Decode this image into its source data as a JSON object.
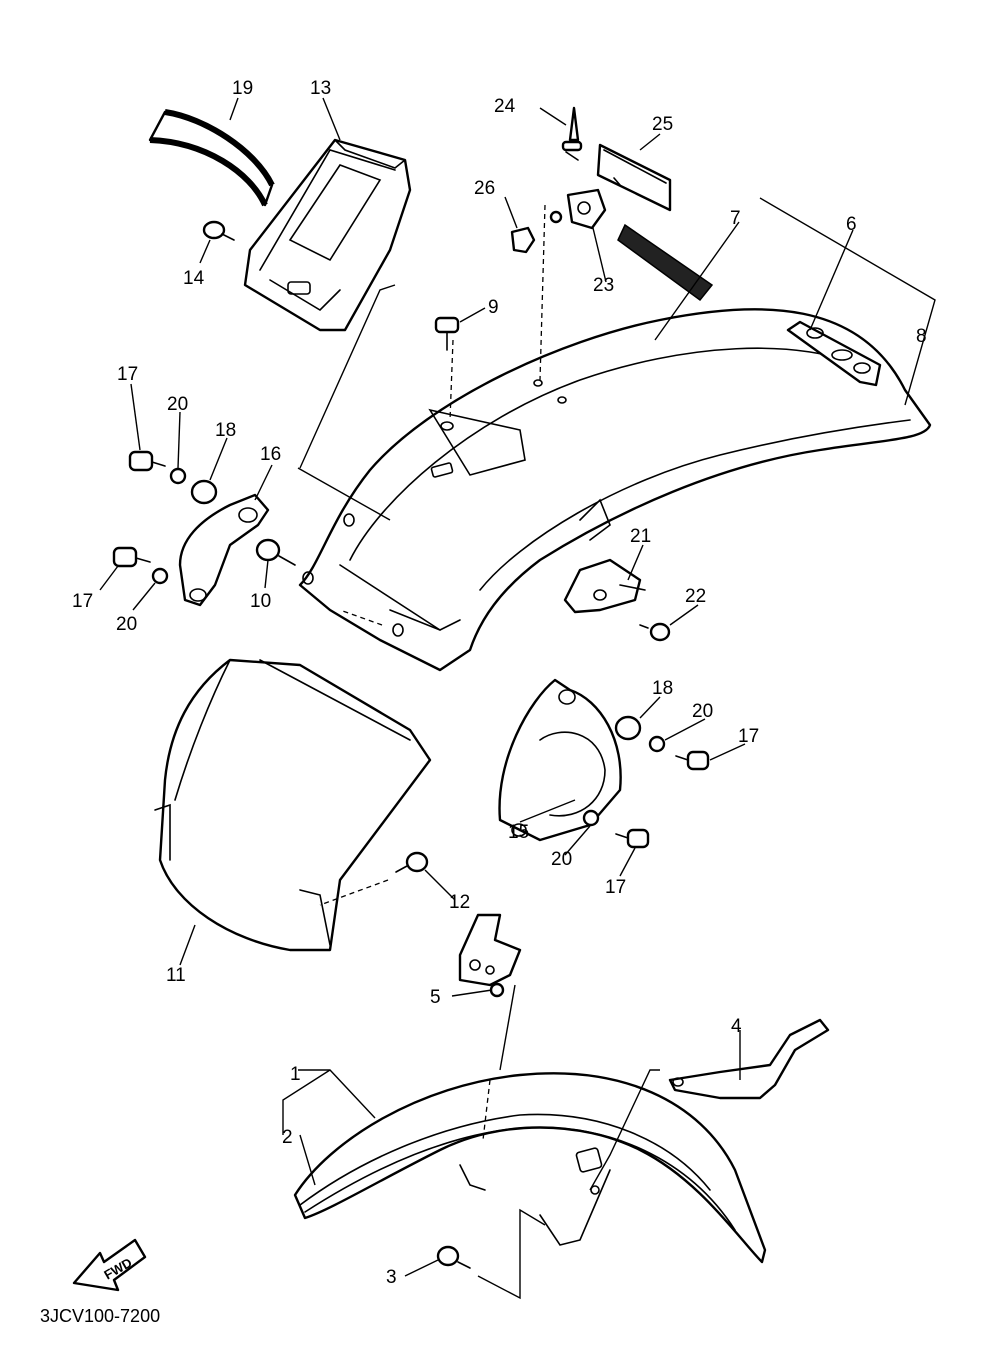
{
  "diagram": {
    "callouts": [
      "1",
      "2",
      "3",
      "4",
      "5",
      "6",
      "7",
      "8",
      "9",
      "10",
      "11",
      "12",
      "13",
      "14",
      "15",
      "16",
      "17",
      "17",
      "17",
      "17",
      "18",
      "18",
      "19",
      "20",
      "20",
      "20",
      "20",
      "21",
      "22",
      "23",
      "24",
      "25",
      "26"
    ],
    "direction_label": "FWD",
    "drawing_code": "3JCV100-7200"
  }
}
